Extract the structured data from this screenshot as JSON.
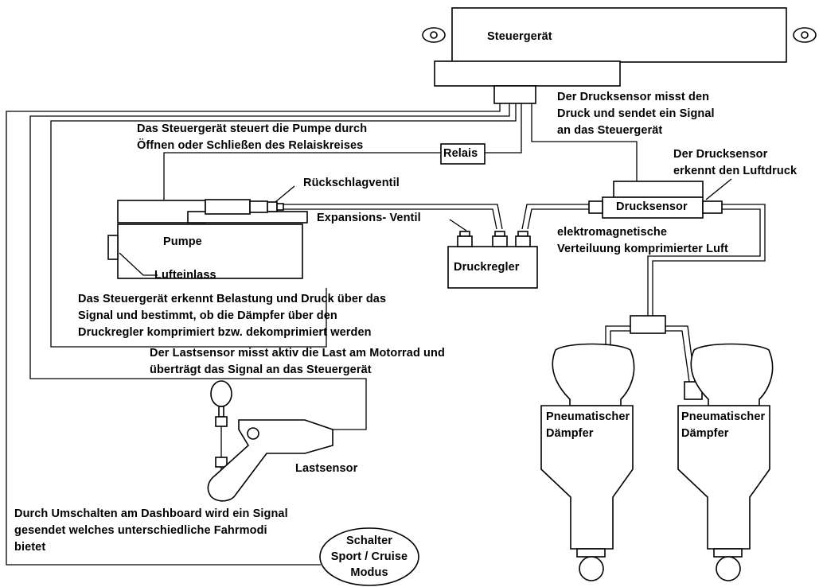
{
  "components": {
    "steuergeraet": "Steuergerät",
    "relais": "Relais",
    "rueckschlagventil": "Rückschlagventil",
    "pumpe": "Pumpe",
    "lufteinlass": "Lufteinlass",
    "expansionsventil": "Expansions- Ventil",
    "druckregler": "Druckregler",
    "drucksensor": "Drucksensor",
    "lastsensor": "Lastsensor",
    "daempfer_left": [
      "Pneumatischer",
      "Dämpfer"
    ],
    "daempfer_right": [
      "Pneumatischer",
      "Dämpfer"
    ],
    "schalter": [
      "Schalter",
      "Sport / Cruise",
      "Modus"
    ]
  },
  "annotations": {
    "drucksensor_misst": [
      "Der Drucksensor misst den",
      "Druck und sendet ein Signal",
      "an das Steuergerät"
    ],
    "pumpe_steuert": [
      "Das Steuergerät steuert die Pumpe durch",
      "Öffnen oder Schließen des Relaiskreises"
    ],
    "drucksensor_erkennt": [
      "Der Drucksensor",
      "erkennt den Luftdruck"
    ],
    "elektromagnetisch": [
      "elektromagnetische",
      "Verteiluung komprimierter Luft"
    ],
    "belastung": [
      "Das Steuergerät erkennt Belastung und Druck über das",
      "Signal und bestimmt, ob die Dämpfer über den",
      "Druckregler komprimiert bzw. dekomprimiert werden"
    ],
    "lastsensor_misst": [
      "Der Lastsensor misst aktiv die Last am Motorrad und",
      "überträgt das Signal an das Steuergerät"
    ],
    "umschalten": [
      "Durch Umschalten am Dashboard wird ein Signal",
      "gesendet welches unterschiedliche Fahrmodi",
      "bietet"
    ]
  }
}
